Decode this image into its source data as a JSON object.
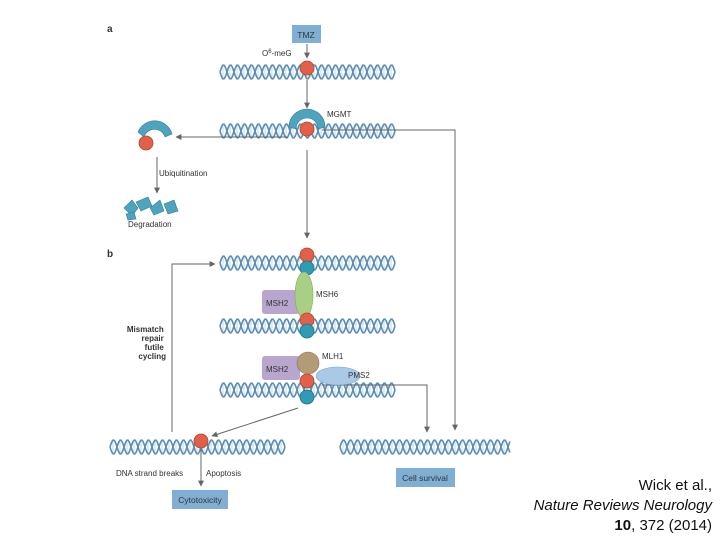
{
  "panels": {
    "a": "a",
    "b": "b"
  },
  "labels": {
    "tmz": "TMZ",
    "o6meg_base": "O",
    "o6meg_sup": "6",
    "o6meg_rest": "-meG",
    "mgmt": "MGMT",
    "ubiquitination": "Ubiquitination",
    "degradation": "Degradation",
    "msh2": "MSH2",
    "msh6": "MSH6",
    "mlh1": "MLH1",
    "pms2": "PMS2",
    "mmr_line1": "Mismatch",
    "mmr_line2": "repair",
    "mmr_line3": "futile",
    "mmr_line4": "cycling",
    "dna_breaks": "DNA strand breaks",
    "apoptosis": "Apoptosis",
    "cytotoxicity": "Cytotoxicity",
    "cell_survival": "Cell survival"
  },
  "citation": {
    "authors": "Wick et al.,",
    "journal": "Nature Reviews Neurology",
    "volume": "10",
    "rest": ", 372 (2014)"
  },
  "colors": {
    "dna": "#5b8fb5",
    "lesion": "#e0604a",
    "mgmt_protein": "#4fa3bd",
    "msh2": "#b9a6cf",
    "msh6": "#a8cf84",
    "mlh1": "#b39b76",
    "pms2": "#a9c9e6",
    "teal_base": "#2f9bb4",
    "box_fill": "#7fb0d4",
    "arrow": "#666666"
  }
}
